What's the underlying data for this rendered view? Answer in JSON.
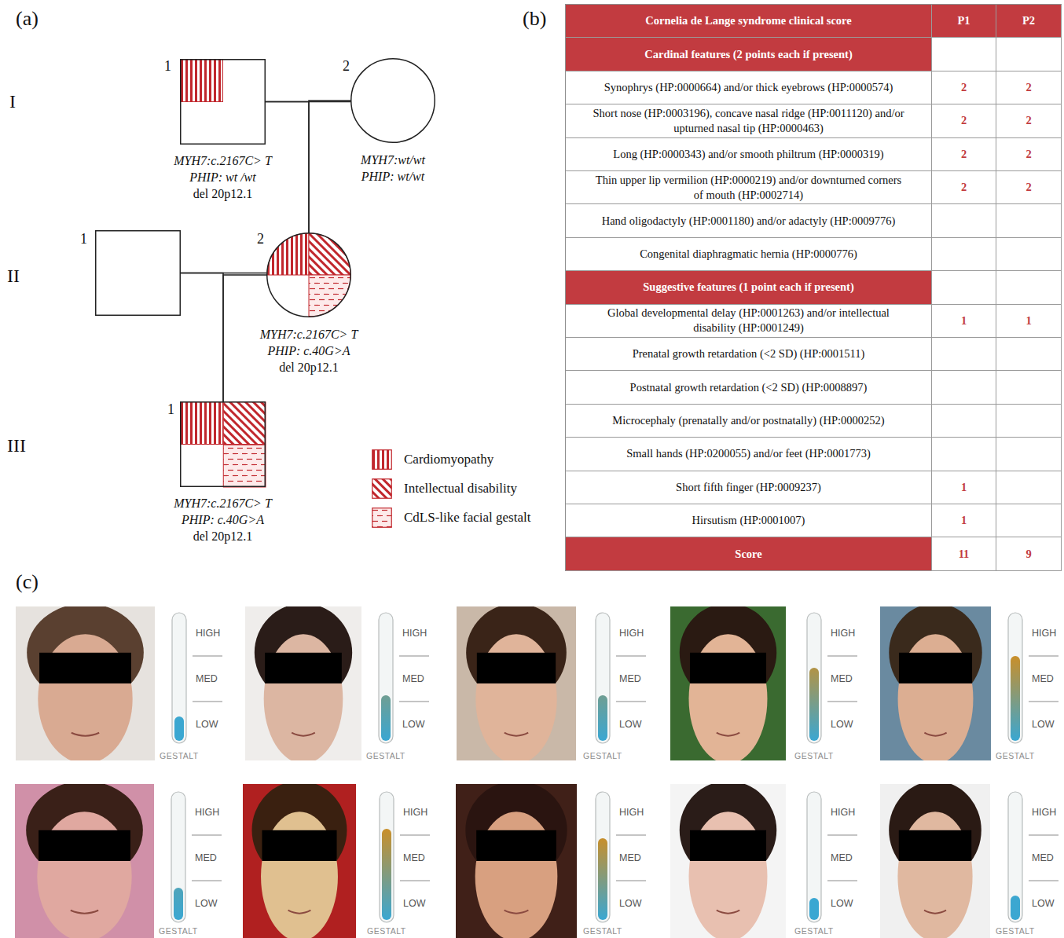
{
  "diagram": {
    "nodes": [
      {
        "text": [
          "1",
          "MYH7:c.2167C> T",
          "PHIP: wt /wt",
          "del 20p12.1"
        ]
      },
      {
        "text": [
          "2",
          "MYH7:wt/wt",
          "PHIP: wt/wt"
        ]
      },
      {
        "text": [
          "1"
        ]
      },
      {
        "text": [
          "2",
          "MYH7:c.2167C> T",
          "PHIP: c.40G>A",
          "del 20p12.1"
        ]
      },
      {
        "text": [
          "1",
          "MYH7:c.2167C> T",
          "PHIP: c.40G>A",
          "del 20p12.1"
        ]
      }
    ],
    "edges": [
      {
        "from": 0,
        "to": 1,
        "arrow": "none"
      },
      {
        "from": 0,
        "to": 3,
        "arrow": "none"
      },
      {
        "from": 1,
        "to": 3,
        "arrow": "none"
      },
      {
        "from": 2,
        "to": 3,
        "arrow": "none"
      },
      {
        "from": 2,
        "to": 4,
        "arrow": "none"
      },
      {
        "from": 3,
        "to": 4,
        "arrow": "none"
      }
    ],
    "labels": [
      "(a)",
      "(b)",
      "I",
      "II",
      "III",
      "Cornelia de Lange syndrome clinical score",
      "P1",
      "P2",
      "Cardinal features (2 points each if present)",
      "Synophrys (HP:0000664) and/or thick eyebrows (HP:0000574)",
      "2",
      "2",
      "Short nose (HP:0003196), concave nasal ridge (HP:0011120) and/or upturned nasal tip (HP:0000463)",
      "2",
      "2",
      "Long (HP:0000343) and/or smooth philtrum (HP:0000319)",
      "2",
      "2",
      "Thin upper lip vermilion (HP:0000219) and/or downturned corners of mouth (HP:0002714)",
      "2",
      "2",
      "Hand oligodactyly (HP:0001180) and/or adactyly (HP:0009776)",
      "Congenital diaphragmatic hernia (HP:0000776)",
      "Suggestive features (1 point each if present)",
      "Global developmental delay (HP:0001263) and/or intellectual disability (HP:0001249)",
      "1",
      "1",
      "Prenatal growth retardation (<2 SD) (HP:0001511)",
      "Postnatal growth retardation (<2 SD) (HP:0008897)",
      "Microcephaly (prenatally and/or postnatally) (HP:0000252)",
      "Small hands (HP:0200055) and/or feet (HP:0001773)",
      "Short fifth finger (HP:0009237)",
      "1",
      "Hirsutism (HP:0001007)",
      "1",
      "Score",
      "11",
      "9",
      "(c)",
      "HIGH",
      "MED",
      "LOW",
      "GESTALT",
      "HIGH",
      "MED",
      "LOW",
      "GESTALT",
      "HIGH",
      "MED",
      "LOW",
      "GESTALT",
      "HIGH",
      "MED",
      "LOW",
      "GESTALT",
      "HIGH",
      "MED",
      "LOW",
      "GESTALT",
      "HIGH",
      "MED",
      "LOW",
      "GESTALT",
      "HIGH",
      "MED",
      "LOW",
      "GESTALT",
      "HIGH",
      "MED",
      "LOW",
      "GESTALT",
      "HIGH",
      "MED",
      "LOW",
      "GESTALT",
      "HIGH",
      "MED",
      "LOW",
      "GESTALT"
    ],
    "legend": [
      {
        "text": "Cardiomyopathy"
      },
      {
        "text": "Intellectual disability"
      },
      {
        "text": "CdLS-like facial gestalt"
      }
    ]
  }
}
